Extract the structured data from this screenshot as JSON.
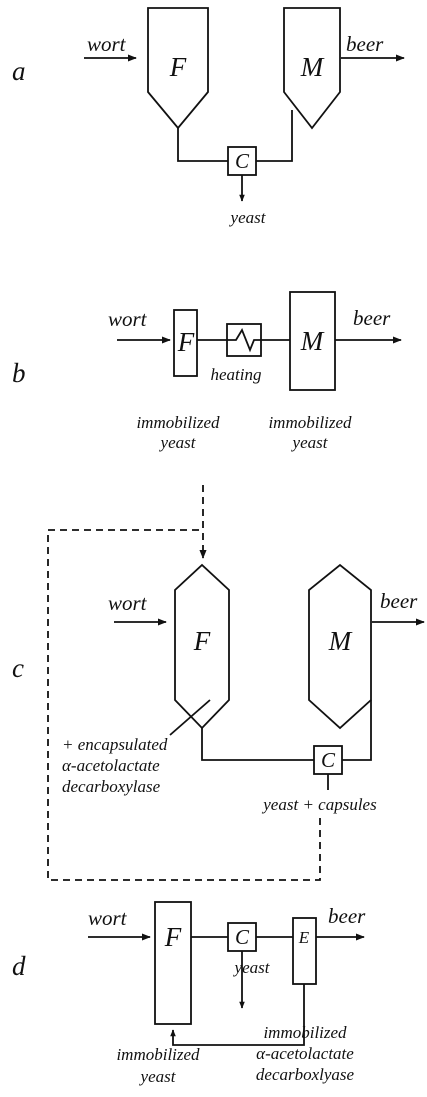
{
  "panels": {
    "a": {
      "letter": "a",
      "input": "wort",
      "output": "beer",
      "vessel1": "F",
      "vessel2": "M",
      "centrifuge": "C",
      "outflow": "yeast"
    },
    "b": {
      "letter": "b",
      "input": "wort",
      "output": "beer",
      "vessel1": "F",
      "vessel2": "M",
      "exchanger": "heating",
      "note1_line1": "immobilized",
      "note1_line2": "yeast",
      "note2_line1": "immobilized",
      "note2_line2": "yeast"
    },
    "c": {
      "letter": "c",
      "input": "wort",
      "output": "beer",
      "vessel1": "F",
      "vessel2": "M",
      "centrifuge": "C",
      "additive_line1": "+ encapsulated",
      "additive_line2": "α-acetolactate",
      "additive_line3": "decarboxylase",
      "outflow": "yeast + capsules"
    },
    "d": {
      "letter": "d",
      "input": "wort",
      "output": "beer",
      "vessel1": "F",
      "centrifuge": "C",
      "enzyme_reactor": "E",
      "outflow": "yeast",
      "note1_line1": "immobilized",
      "note1_line2": "yeast",
      "note2_line1": "immobilized",
      "note2_line2": "α-acetolactate",
      "note2_line3": "decarboxlyase"
    }
  }
}
